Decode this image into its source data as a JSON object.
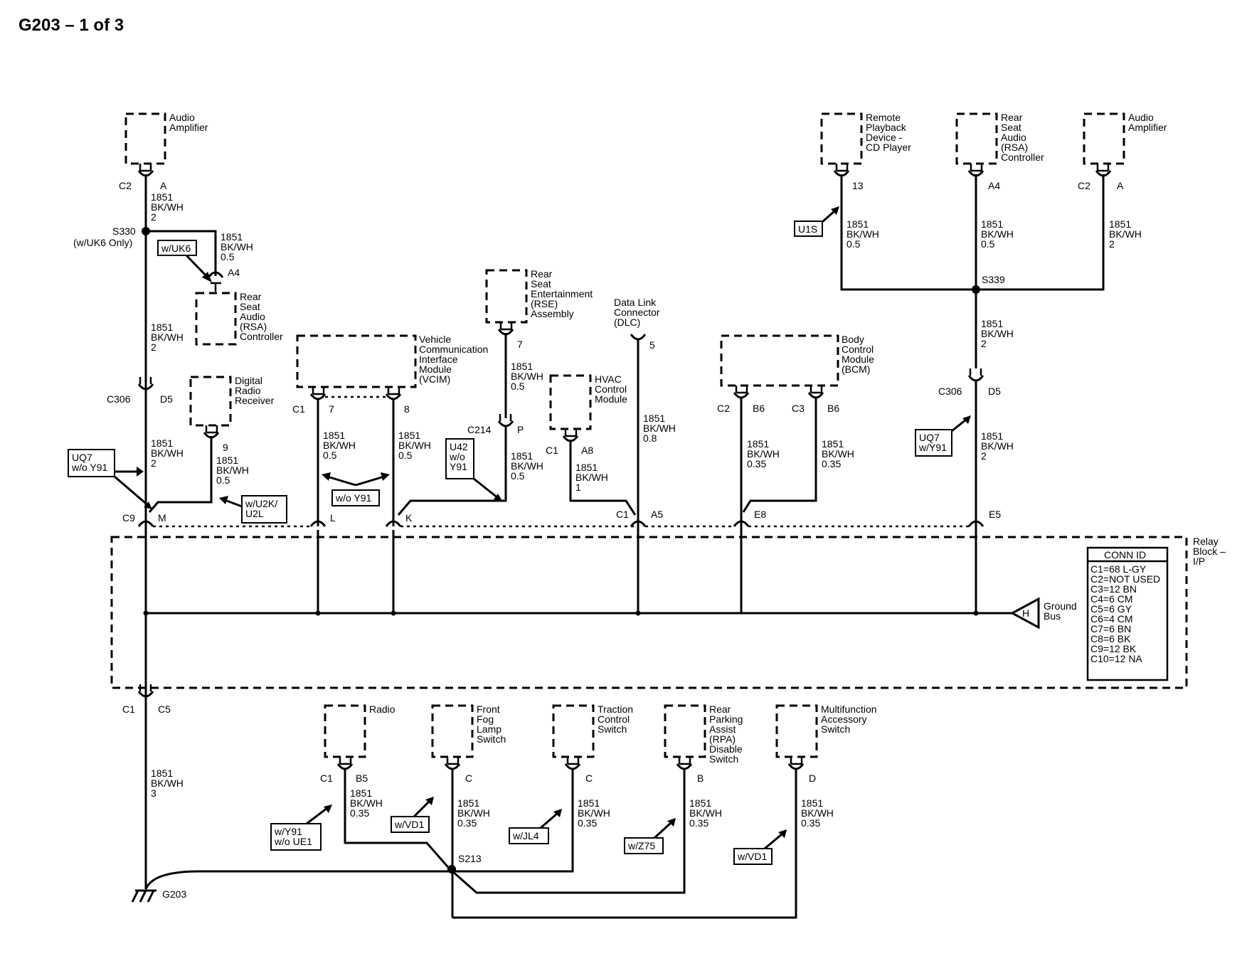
{
  "title": "G203 – 1 of 3",
  "components": {
    "audio_amp_left": [
      "Audio",
      "Amplifier"
    ],
    "rsa_left": [
      "Rear",
      "Seat",
      "Audio",
      "(RSA)",
      "Controller"
    ],
    "digital_radio": [
      "Digital",
      "Radio",
      "Receiver"
    ],
    "vcim": [
      "Vehicle",
      "Communication",
      "Interface",
      "Module",
      "(VCIM)"
    ],
    "rse": [
      "Rear",
      "Seat",
      "Entertainment",
      "(RSE)",
      "Assembly"
    ],
    "hvac": [
      "HVAC",
      "Control",
      "Module"
    ],
    "dlc": [
      "Data Link",
      "Connector",
      "(DLC)"
    ],
    "bcm": [
      "Body",
      "Control",
      "Module",
      "(BCM)"
    ],
    "remote_cd": [
      "Remote",
      "Playback",
      "Device -",
      "CD Player"
    ],
    "rsa_right": [
      "Rear",
      "Seat",
      "Audio",
      "(RSA)",
      "Controller"
    ],
    "audio_amp_right": [
      "Audio",
      "Amplifier"
    ],
    "relay_block": [
      "Relay",
      "Block –",
      "I/P"
    ],
    "ground_bus": [
      "Ground",
      "Bus"
    ],
    "radio": [
      "Radio"
    ],
    "fog_switch": [
      "Front",
      "Fog",
      "Lamp",
      "Switch"
    ],
    "traction_switch": [
      "Traction",
      "Control",
      "Switch"
    ],
    "rpa_switch": [
      "Rear",
      "Parking",
      "Assist",
      "(RPA)",
      "Disable",
      "Switch"
    ],
    "multifunction_switch": [
      "Multifunction",
      "Accessory",
      "Switch"
    ]
  },
  "wires": {
    "w2": [
      "1851",
      "BK/WH",
      "2"
    ],
    "w05": [
      "1851",
      "BK/WH",
      "0.5"
    ],
    "w08": [
      "1851",
      "BK/WH",
      "0.8"
    ],
    "w035": [
      "1851",
      "BK/WH",
      "0.35"
    ],
    "w1": [
      "1851",
      "BK/WH",
      "1"
    ],
    "w3": [
      "1851",
      "BK/WH",
      "3"
    ]
  },
  "connectors": {
    "C1": "C1",
    "C2": "C2",
    "C3": "C3",
    "C5": "C5",
    "C9": "C9",
    "C214": "C214",
    "C306": "C306",
    "A": "A",
    "A4": "A4",
    "A5": "A5",
    "A8": "A8",
    "B": "B",
    "B5": "B5",
    "B6": "B6",
    "C": "C",
    "D": "D",
    "D5": "D5",
    "E5": "E5",
    "E8": "E8",
    "H": "H",
    "K": "K",
    "L": "L",
    "M": "M",
    "P": "P",
    "n5": "5",
    "n7": "7",
    "n8": "8",
    "n9": "9",
    "n13": "13"
  },
  "splices": {
    "S330": "S330",
    "S330_note": "(w/UK6 Only)",
    "S339": "S339",
    "S213": "S213"
  },
  "ground": "G203",
  "options": {
    "uk6": [
      "w/UK6"
    ],
    "uq7_wo_y91": [
      "UQ7",
      "w/o Y91"
    ],
    "u2k_u2l": [
      "w/U2K/",
      "U2L"
    ],
    "wo_y91": [
      "w/o Y91"
    ],
    "u42": [
      "U42",
      "w/o",
      "Y91"
    ],
    "u1s": [
      "U1S"
    ],
    "uq7_w_y91": [
      "UQ7",
      "w/Y91"
    ],
    "y91_wo_ue1": [
      "w/Y91",
      "w/o UE1"
    ],
    "vd1": [
      "w/VD1"
    ],
    "jl4": [
      "w/JL4"
    ],
    "z75": [
      "w/Z75"
    ]
  },
  "conn_id": {
    "header": "CONN ID",
    "rows": [
      "C1=68 L-GY",
      "C2=NOT USED",
      "C3=12 BN",
      "C4=6 CM",
      "C5=6 GY",
      "C6=4 CM",
      "C7=6 BN",
      "C8=6 BK",
      "C9=12 BK",
      "C10=12 NA"
    ]
  }
}
